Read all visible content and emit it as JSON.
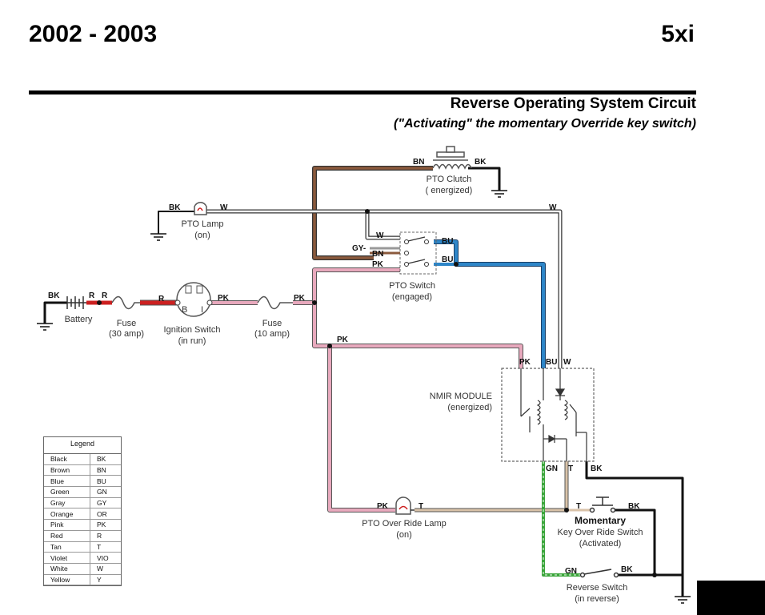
{
  "header": {
    "year": "2002 - 2003",
    "model": "5xi",
    "title": "Reverse Operating System Circuit",
    "subtitle": "(\"Activating\" the momentary Override key switch)"
  },
  "components": {
    "pto_clutch": {
      "name": "PTO Clutch",
      "state": "( energized)"
    },
    "pto_lamp": {
      "name": "PTO Lamp",
      "state": "(on)"
    },
    "battery": {
      "name": "Battery"
    },
    "fuse_30": {
      "name": "Fuse",
      "rating": "(30 amp)"
    },
    "ignition": {
      "name": "Ignition Switch",
      "state": "(in run)",
      "term_b": "B",
      "term_i": "I"
    },
    "fuse_10": {
      "name": "Fuse",
      "rating": "(10 amp)"
    },
    "pto_switch": {
      "name": "PTO Switch",
      "state": "(engaged)"
    },
    "nmir": {
      "name": "NMIR MODULE",
      "state": "(energized)"
    },
    "pto_override_lamp": {
      "name": "PTO Over Ride Lamp",
      "state": "(on)"
    },
    "key_override": {
      "line1": "Momentary",
      "line2": "Key Over Ride Switch",
      "state": "(Activated)"
    },
    "reverse_switch": {
      "name": "Reverse Switch",
      "state": "(in reverse)"
    }
  },
  "wire_labels": {
    "bn": "BN",
    "bk": "BK",
    "w": "W",
    "r": "R",
    "pk": "PK",
    "bu": "BU",
    "gy": "GY-",
    "gn": "GN",
    "t": "T"
  },
  "legend": {
    "title": "Legend",
    "rows": [
      {
        "color": "Black",
        "code": "BK"
      },
      {
        "color": "Brown",
        "code": "BN"
      },
      {
        "color": "Blue",
        "code": "BU"
      },
      {
        "color": "Green",
        "code": "GN"
      },
      {
        "color": "Gray",
        "code": "GY"
      },
      {
        "color": "Orange",
        "code": "OR"
      },
      {
        "color": "Pink",
        "code": "PK"
      },
      {
        "color": "Red",
        "code": "R"
      },
      {
        "color": "Tan",
        "code": "T"
      },
      {
        "color": "Violet",
        "code": "VIO"
      },
      {
        "color": "White",
        "code": "W"
      },
      {
        "color": "Yellow",
        "code": "Y"
      }
    ]
  },
  "colors": {
    "black": "#111111",
    "brown": "#8b5a3c",
    "blue": "#2e86c8",
    "pink": "#e8a9bd",
    "red": "#cc2020",
    "green": "#3aa53a",
    "tan": "#d9c2a8",
    "white": "#ffffff"
  }
}
